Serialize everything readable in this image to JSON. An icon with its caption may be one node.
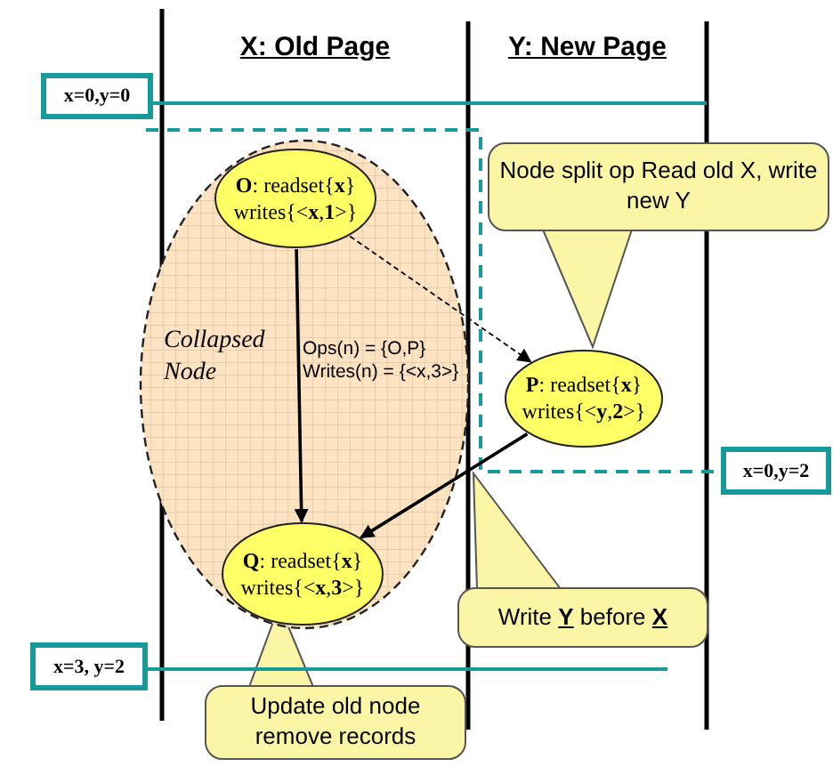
{
  "diagram": {
    "nodes": [
      {
        "text": [
          "Collapsed Node",
          "Ops(n) = {O,P} Writes(n) = {<x,3>}"
        ]
      },
      {
        "text": [
          "**O**: readset{**x**} writes{<**x**,**1**>}"
        ],
        "in": 0
      },
      {
        "text": [
          "**Q**: readset{**x**} writes{<**x**,**3**>}"
        ],
        "in": 0
      },
      {
        "text": [
          "**P**: readset{**x**} writes{<**y**,**2**>}"
        ]
      },
      {
        "text": [
          "Node split op Read old X, write new Y"
        ]
      },
      {
        "text": [
          "Write **Y** before **X**"
        ]
      },
      {
        "text": [
          "Update old node remove records"
        ]
      },
      {
        "text": [
          "x=0,y=0"
        ]
      },
      {
        "text": [
          "x=0,y=2"
        ]
      },
      {
        "text": [
          "x=3, y=2"
        ]
      }
    ],
    "edges": [
      {
        "from": 1,
        "to": 2,
        "arrow": "to"
      },
      {
        "from": 1,
        "to": 3,
        "arrow": "to",
        "style": "dashed"
      },
      {
        "from": 3,
        "to": 2,
        "arrow": "to"
      }
    ],
    "labels": [
      "X: Old Page",
      "Y: New Page"
    ]
  }
}
